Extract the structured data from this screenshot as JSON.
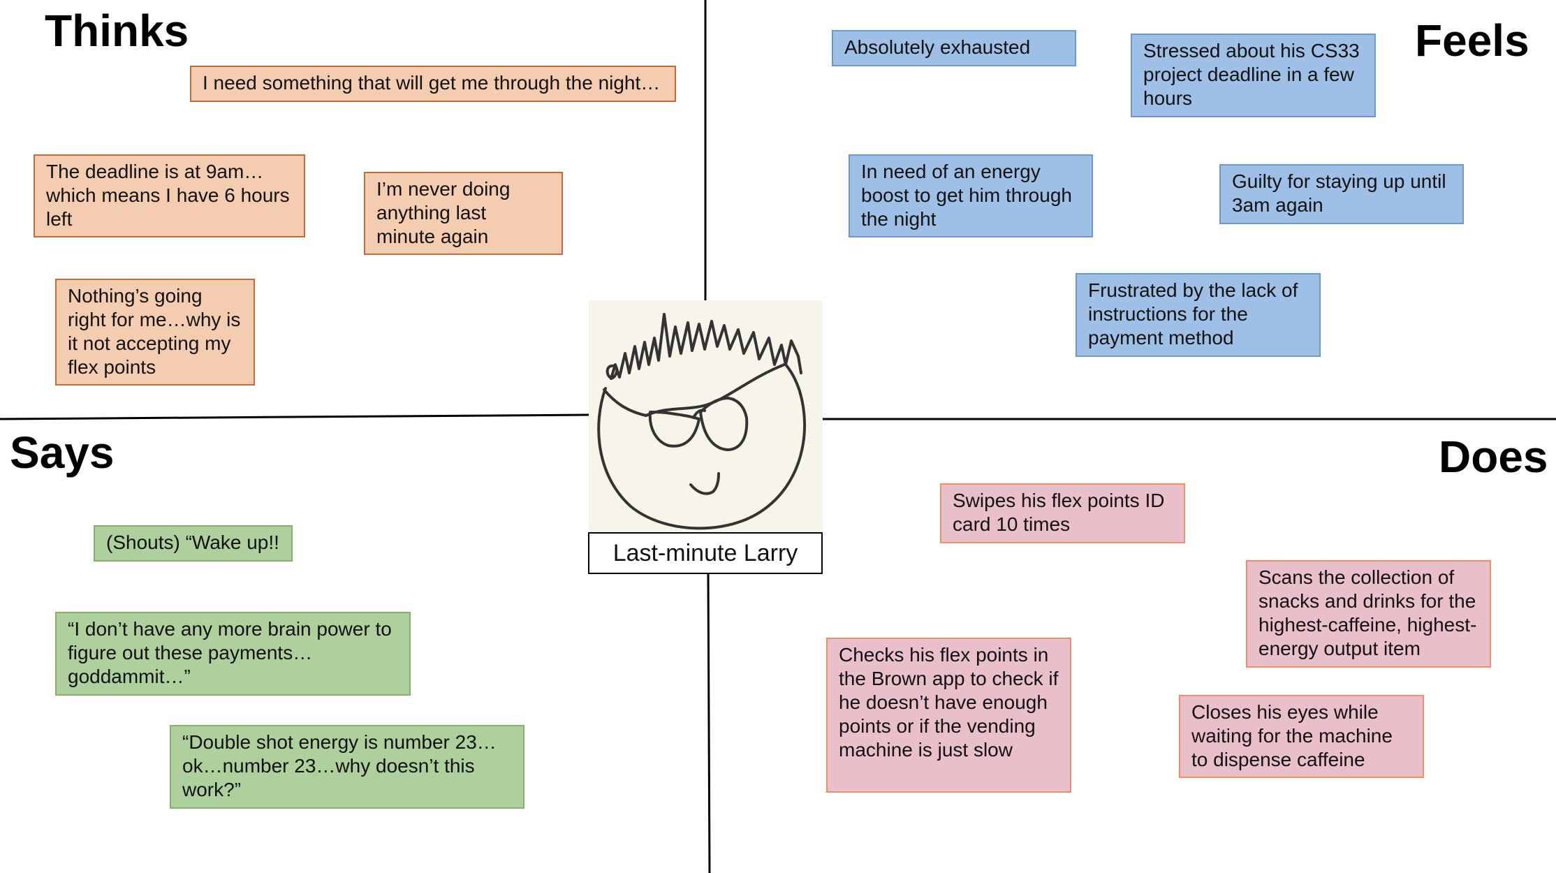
{
  "persona": {
    "name": "Last-minute Larry"
  },
  "quadrants": {
    "thinks": {
      "title": "Thinks",
      "notes": [
        "I need something that will get me through the night…",
        "The deadline is at 9am…which means I have 6 hours left",
        "I’m never doing anything last minute again",
        "Nothing’s going right for me…why is it not accepting my flex points"
      ]
    },
    "feels": {
      "title": "Feels",
      "notes": [
        "Absolutely exhausted",
        "Stressed about his CS33 project deadline in a few hours",
        "In need of an energy boost to get him through the night",
        "Guilty for staying up until 3am again",
        "Frustrated by the lack of instructions for the payment method"
      ]
    },
    "says": {
      "title": "Says",
      "notes": [
        "(Shouts) “Wake up!!",
        "“I don’t have any more brain power to figure out these payments…goddammit…”",
        "“Double shot energy is number 23…ok…number 23…why doesn’t this work?”"
      ]
    },
    "does": {
      "title": "Does",
      "notes": [
        "Swipes his flex points ID card 10 times",
        "Scans the collection of snacks and drinks for the highest-caffeine, highest-energy output item",
        "Checks his flex points in the Brown app to check if he doesn’t have enough points or if the vending machine is just slow",
        "Closes his eyes while waiting for the machine to dispense caffeine"
      ]
    }
  },
  "colors": {
    "thinks_fill": "#f4cdb0",
    "feels_fill": "#9fc0e6",
    "says_fill": "#aed09c",
    "does_fill": "#e9bfca",
    "axis_line": "#000000"
  }
}
